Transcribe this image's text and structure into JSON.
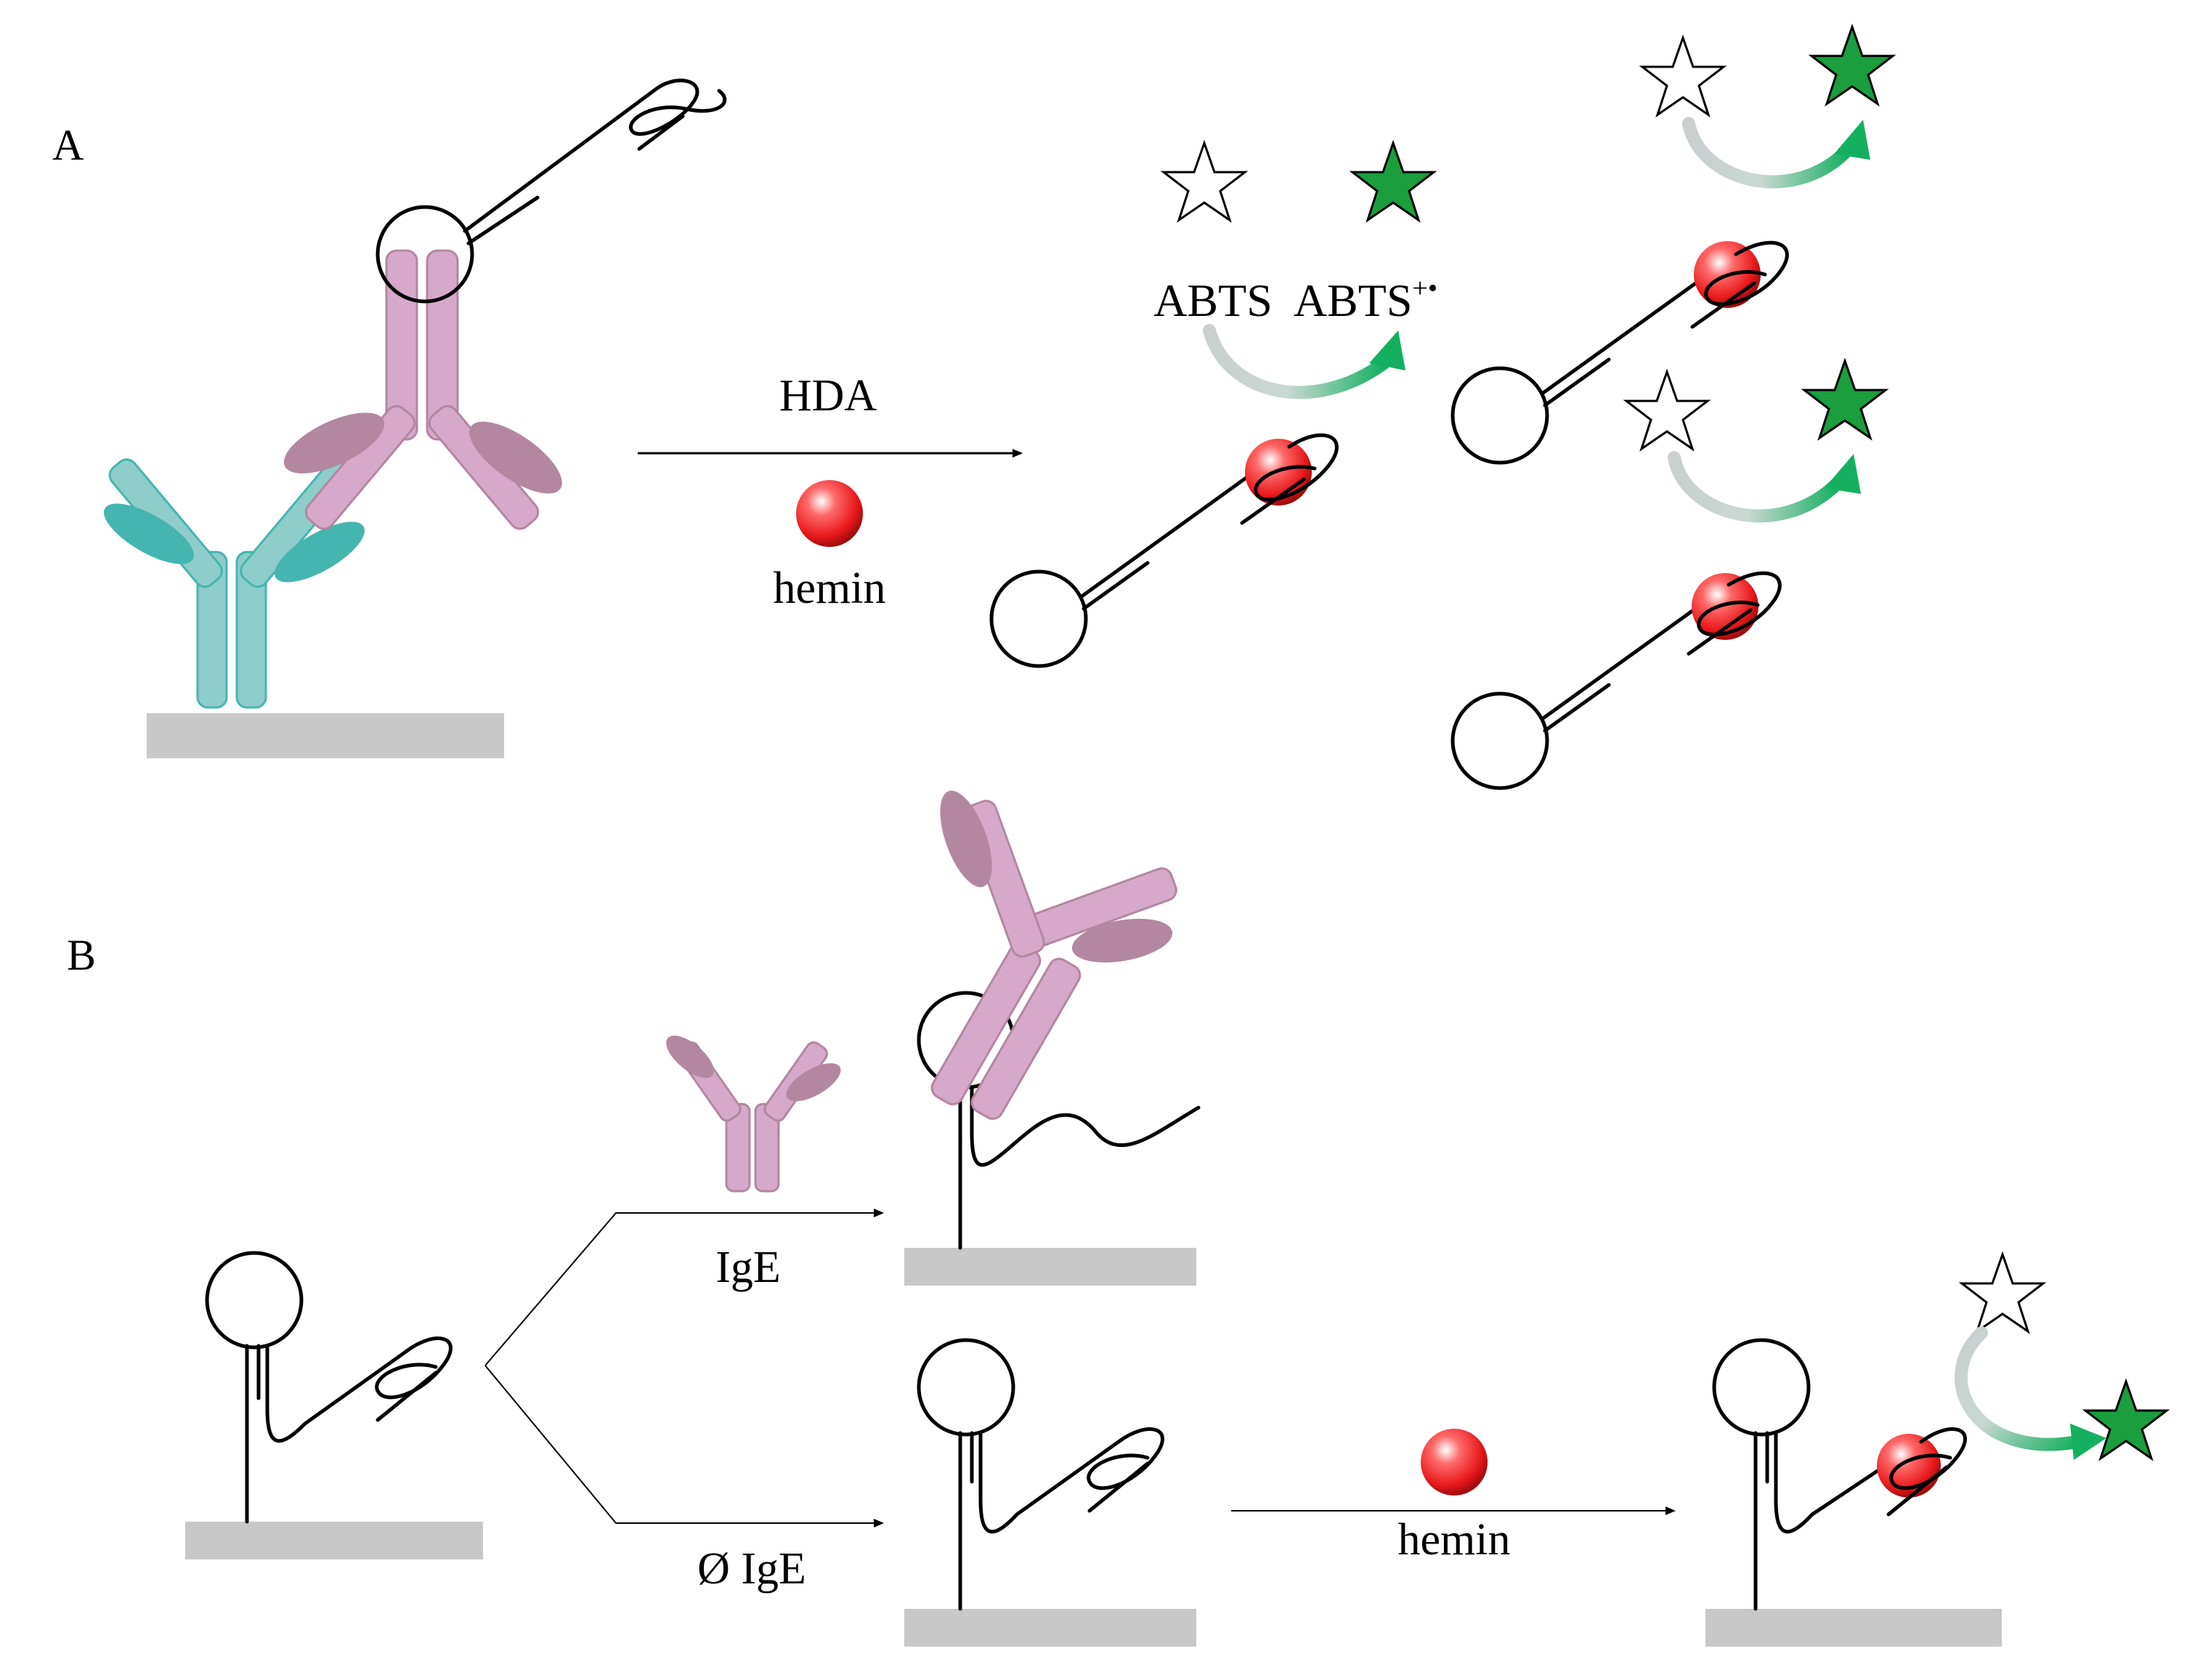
{
  "panels": {
    "a": {
      "label": "A"
    },
    "b": {
      "label": "B"
    }
  },
  "steps": {
    "hda": "HDA",
    "hemin_a": "hemin",
    "ige": "IgE",
    "no_ige": "Ø IgE",
    "hemin_b": "hemin"
  },
  "substrate": {
    "reduced": "ABTS",
    "oxidized": "ABTS",
    "oxidized_superscript": "+•"
  },
  "colors": {
    "capture_antibody": "#8ecdc9",
    "capture_antibody_dark": "#45b5b0",
    "ige_antibody": "#d6a8c9",
    "ige_antibody_dark": "#b3879f",
    "surface": "#c8c8c8",
    "hemin": "#e8191c",
    "oxidized_star": "#1a9e3e",
    "reduced_star": "#ffffff",
    "arrow_start": "#c9d0cf",
    "arrow_end": "#14b060"
  }
}
